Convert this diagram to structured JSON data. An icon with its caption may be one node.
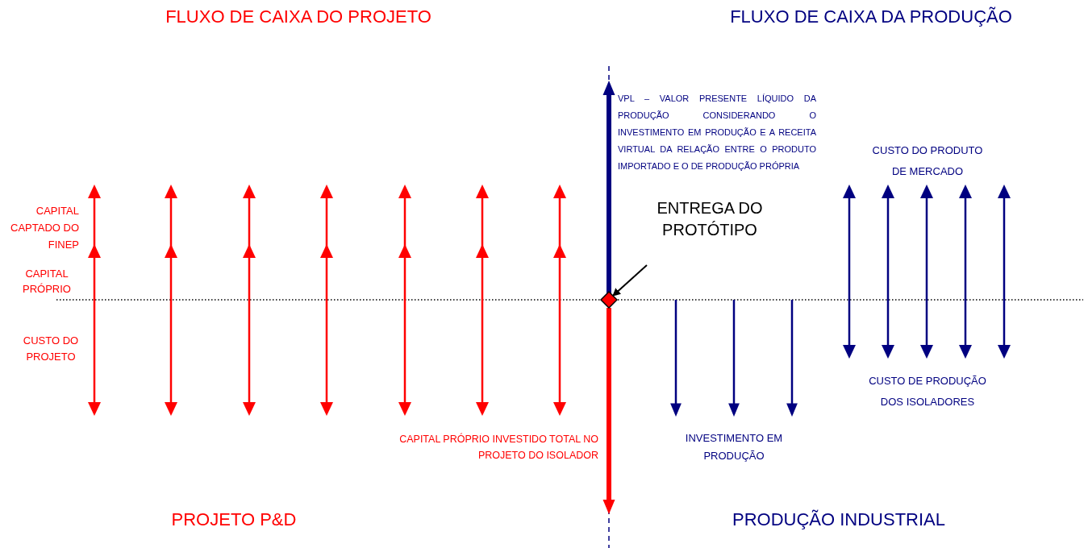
{
  "diagram": {
    "nodes": [
      {
        "text": [
          "ENTREGA DO PROTÓTIPO"
        ]
      },
      {
        "text": [],
        "shape": "diamond"
      }
    ],
    "edges": [
      {
        "from": 0,
        "to": 1,
        "arrow": "to"
      }
    ],
    "labels": [
      "FLUXO DE CAIXA DO PROJETO",
      "FLUXO DE CAIXA DA PRODUÇÃO",
      "VPL – VALOR PRESENTE LÍQUIDO DA PRODUÇÃO CONSIDERANDO O INVESTIMENTO EM PRODUÇÃO E A RECEITA VIRTUAL DA RELAÇÃO ENTRE O PRODUTO IMPORTADO E O DE PRODUÇÃO PRÓPRIA",
      "CUSTO DO PRODUTO DE MERCADO",
      "CAPITAL CAPTADO DO FINEP",
      "CAPITAL PRÓPRIO",
      "CUSTO DO PROJETO",
      "CUSTO DE PRODUÇÃO DOS ISOLADORES",
      "INVESTIMENTO EM PRODUÇÃO",
      "CAPITAL PRÓPRIO INVESTIDO TOTAL NO PROJETO DO ISOLADOR",
      "PROJETO P&D",
      "PRODUÇÃO INDUSTRIAL"
    ]
  }
}
